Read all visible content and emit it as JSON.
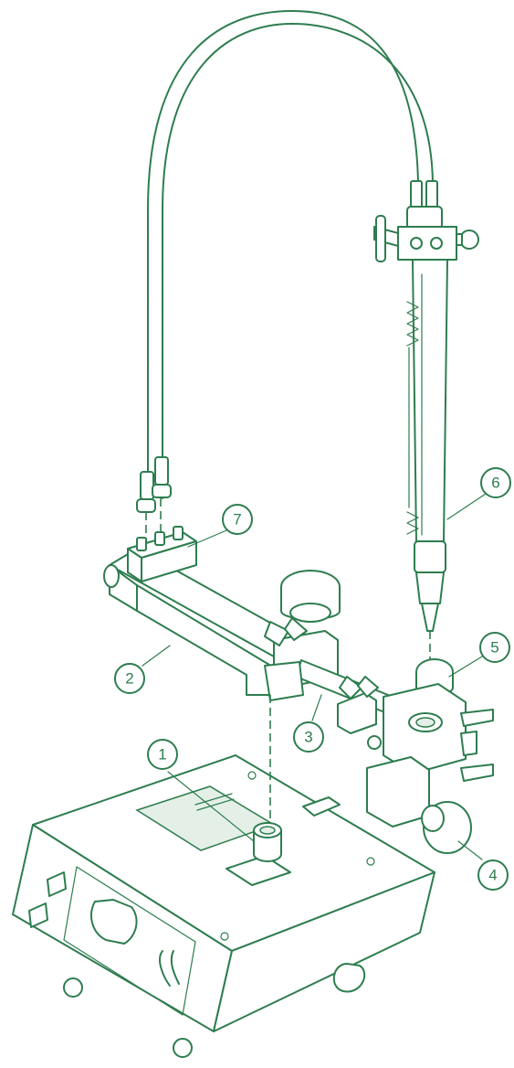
{
  "callouts": [
    {
      "id": "1",
      "label": "1"
    },
    {
      "id": "2",
      "label": "2"
    },
    {
      "id": "3",
      "label": "3"
    },
    {
      "id": "4",
      "label": "4"
    },
    {
      "id": "5",
      "label": "5"
    },
    {
      "id": "6",
      "label": "6"
    },
    {
      "id": "7",
      "label": "7"
    }
  ],
  "colors": {
    "line": "#2e7d4f",
    "background": "#ffffff"
  }
}
